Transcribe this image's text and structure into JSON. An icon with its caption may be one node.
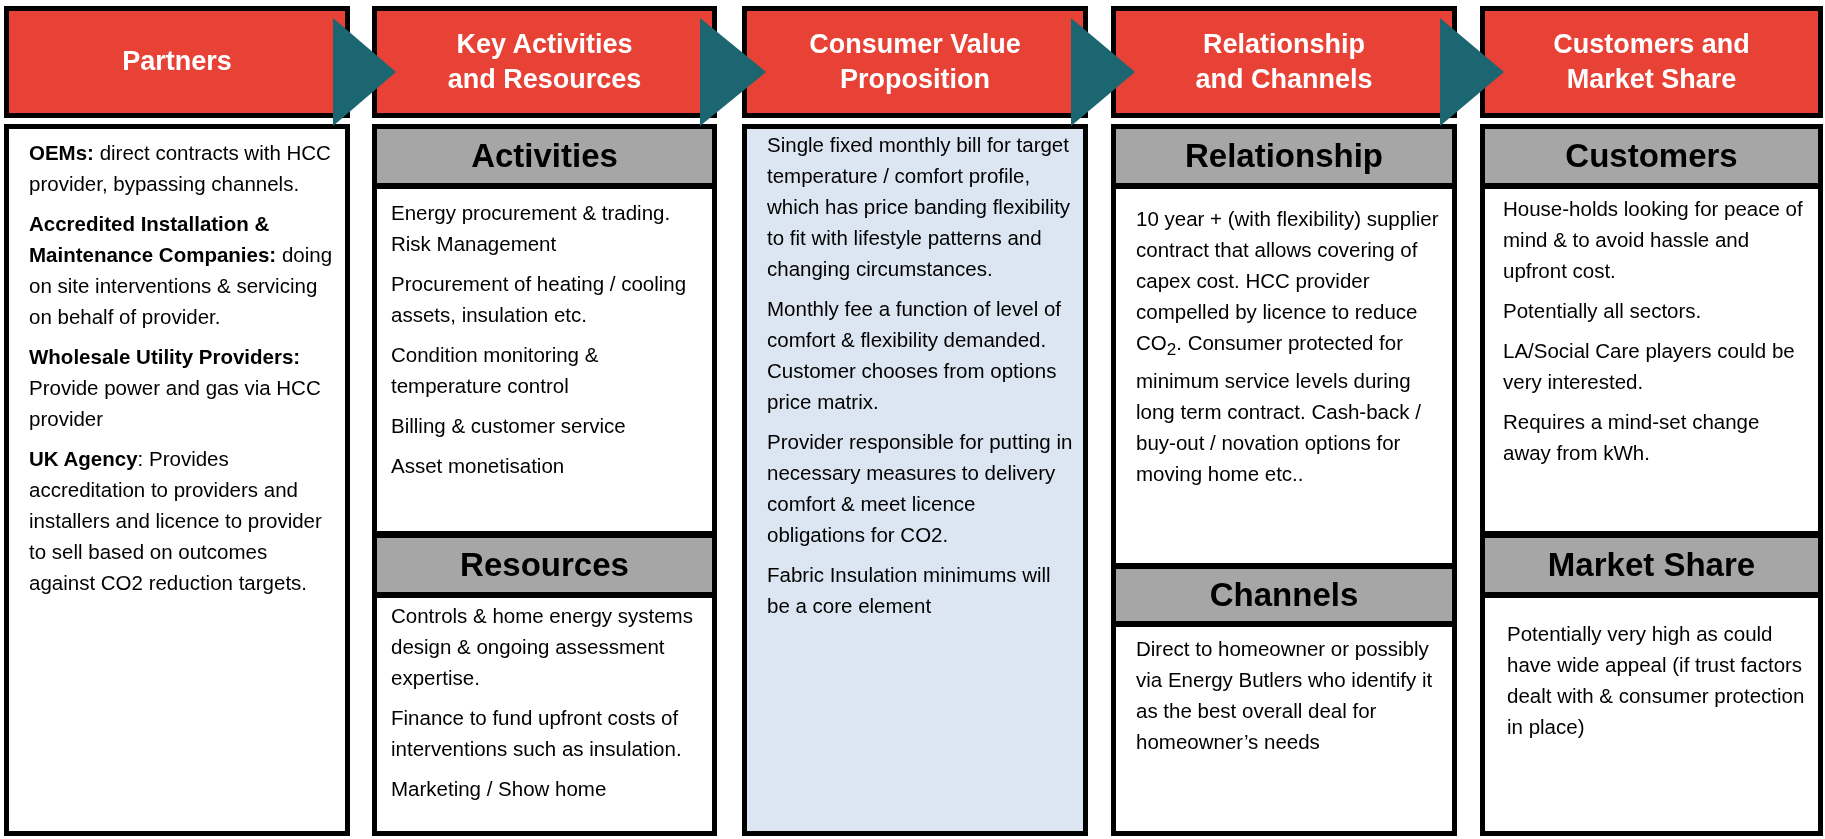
{
  "diagram": {
    "nodes": [
      {
        "text": [
          "Partners"
        ]
      },
      {
        "text": [
          "Key Activities and Resources"
        ]
      },
      {
        "text": [
          "Consumer Value Proposition"
        ]
      },
      {
        "text": [
          "Relationship and Channels"
        ]
      },
      {
        "text": [
          "Customers and Market Share"
        ]
      },
      {
        "text": [
          "**OEMs:** direct contracts with HCC provider, bypassing channels.",
          "**Accredited Installation & Maintenance Companies:** doing on site interventions & servicing on behalf of provider.",
          "**Wholesale Utility Providers:** Provide power and gas via HCC provider",
          "**UK Agency**: Provides accreditation to providers and installers and licence to provider to sell based on outcomes against CO2 reduction targets."
        ]
      },
      {
        "text": [
          "Activities"
        ]
      },
      {
        "text": [
          "Energy procurement & trading. Risk Management",
          "Procurement of heating / cooling assets, insulation etc.",
          "Condition monitoring & temperature control",
          "Billing & customer service",
          "Asset monetisation"
        ]
      },
      {
        "text": [
          "Resources"
        ]
      },
      {
        "text": [
          "Controls & home energy systems design & ongoing assessment expertise.",
          "Finance to fund upfront costs of interventions such as insulation.",
          "Marketing / Show home"
        ]
      },
      {
        "text": [
          "Single fixed monthly bill for target temperature / comfort profile, which has price banding flexibility to fit with lifestyle patterns and changing circumstances.",
          "Monthly fee a function of level of comfort & flexibility demanded. Customer chooses from options price matrix.",
          "Provider responsible for putting in necessary measures to delivery comfort & meet licence obligations for CO2.",
          "Fabric Insulation minimums will be a core element"
        ]
      },
      {
        "text": [
          "Relationship"
        ]
      },
      {
        "text": [
          "10 year + (with flexibility) supplier contract that allows covering of capex cost. HCC provider compelled by licence to reduce CO$_{2}$. Consumer protected for minimum service levels during long term contract. Cash-back / buy-out / novation options for moving home etc.."
        ]
      },
      {
        "text": [
          "Channels"
        ]
      },
      {
        "text": [
          "Direct to homeowner or possibly via Energy Butlers who identify it as the best overall deal for homeowner’s needs"
        ]
      },
      {
        "text": [
          "Customers"
        ]
      },
      {
        "text": [
          "House-holds looking for peace of mind & to avoid hassle and upfront cost.",
          "Potentially all sectors.",
          "LA/Social Care players could be very interested.",
          "Requires a mind-set change away from kWh."
        ]
      },
      {
        "text": [
          "Market Share"
        ]
      },
      {
        "text": [
          "Potentially very high as could have wide appeal (if trust factors dealt with & consumer protection in place)"
        ]
      }
    ],
    "edges": [
      {
        "from": 0,
        "to": 1,
        "arrow": "to"
      },
      {
        "from": 1,
        "to": 2,
        "arrow": "to"
      },
      {
        "from": 2,
        "to": 3,
        "arrow": "to"
      },
      {
        "from": 3,
        "to": 4,
        "arrow": "to"
      }
    ]
  }
}
